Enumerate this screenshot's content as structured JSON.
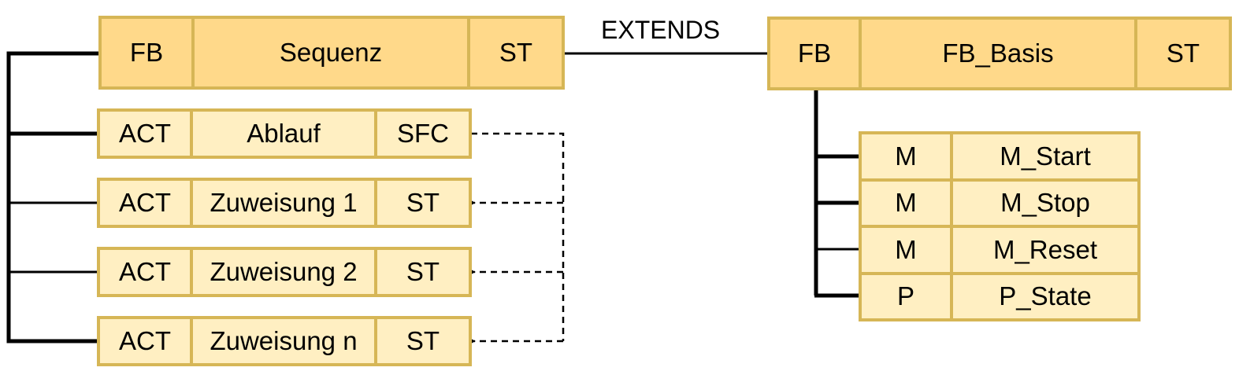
{
  "relation_label": "EXTENDS",
  "left": {
    "header": {
      "kind": "FB",
      "name": "Sequenz",
      "lang": "ST"
    },
    "actions": [
      {
        "kind": "ACT",
        "name": "Ablauf",
        "lang": "SFC"
      },
      {
        "kind": "ACT",
        "name": "Zuweisung 1",
        "lang": "ST"
      },
      {
        "kind": "ACT",
        "name": "Zuweisung 2",
        "lang": "ST"
      },
      {
        "kind": "ACT",
        "name": "Zuweisung n",
        "lang": "ST"
      }
    ]
  },
  "right": {
    "header": {
      "kind": "FB",
      "name": "FB_Basis",
      "lang": "ST"
    },
    "members": [
      {
        "kind": "M",
        "name": "M_Start"
      },
      {
        "kind": "M",
        "name": "M_Stop"
      },
      {
        "kind": "M",
        "name": "M_Reset"
      },
      {
        "kind": "P",
        "name": "P_State"
      }
    ]
  },
  "colors": {
    "header_fill": "#ffd98a",
    "row_fill": "#ffefc2",
    "border": "#d6b656",
    "line": "#000000"
  }
}
